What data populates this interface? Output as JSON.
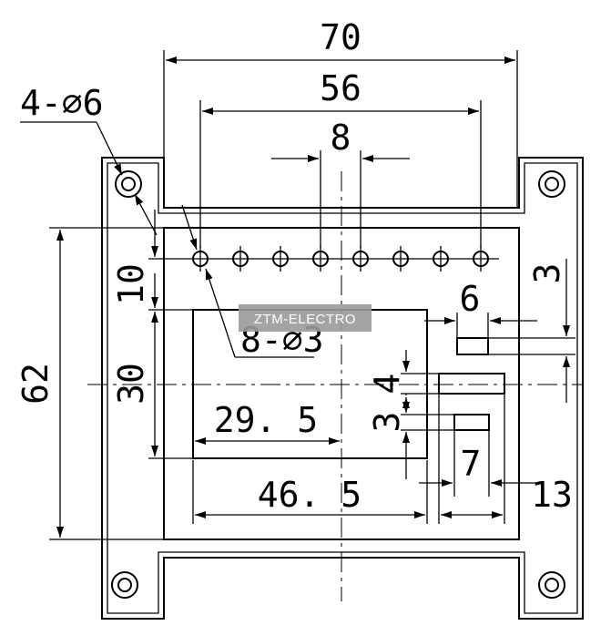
{
  "dims": {
    "d70": "70",
    "d56": "56",
    "d8": "8",
    "holes_big": "4-⌀6",
    "holes_small": "8-⌀3",
    "d10": "10",
    "d30": "30",
    "d62": "62",
    "d6": "6",
    "d3_right": "3",
    "d4": "4",
    "d3_left": "3",
    "d29_5": "29. 5",
    "d46_5": "46. 5",
    "d7": "7",
    "d13": "13"
  },
  "watermark": "ZTM-ELECTRO",
  "colors": {
    "line": "#000000",
    "watermark_bg": "#9a9a9a",
    "watermark_text": "#ffffff"
  }
}
